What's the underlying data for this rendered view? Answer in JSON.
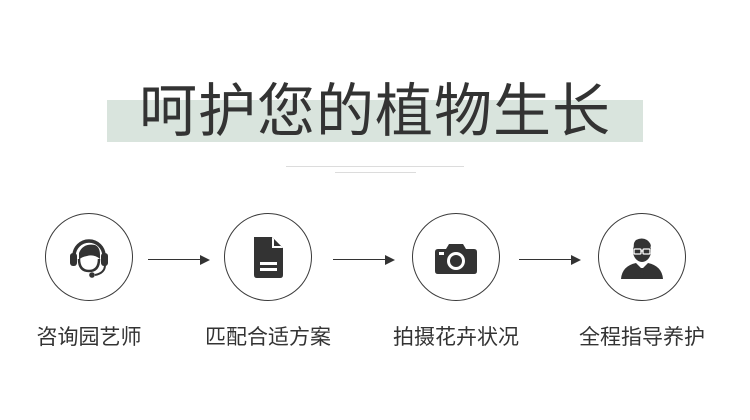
{
  "header": {
    "title": "呵护您的植物生长"
  },
  "colors": {
    "title_band": "#d9e4dd",
    "ink": "#333333"
  },
  "steps": [
    {
      "label": "咨询园艺师",
      "icon": "customer-service-headset-icon"
    },
    {
      "label": "匹配合适方案",
      "icon": "document-icon"
    },
    {
      "label": "拍摄花卉状况",
      "icon": "camera-icon"
    },
    {
      "label": "全程指导养护",
      "icon": "expert-advisor-icon"
    }
  ]
}
